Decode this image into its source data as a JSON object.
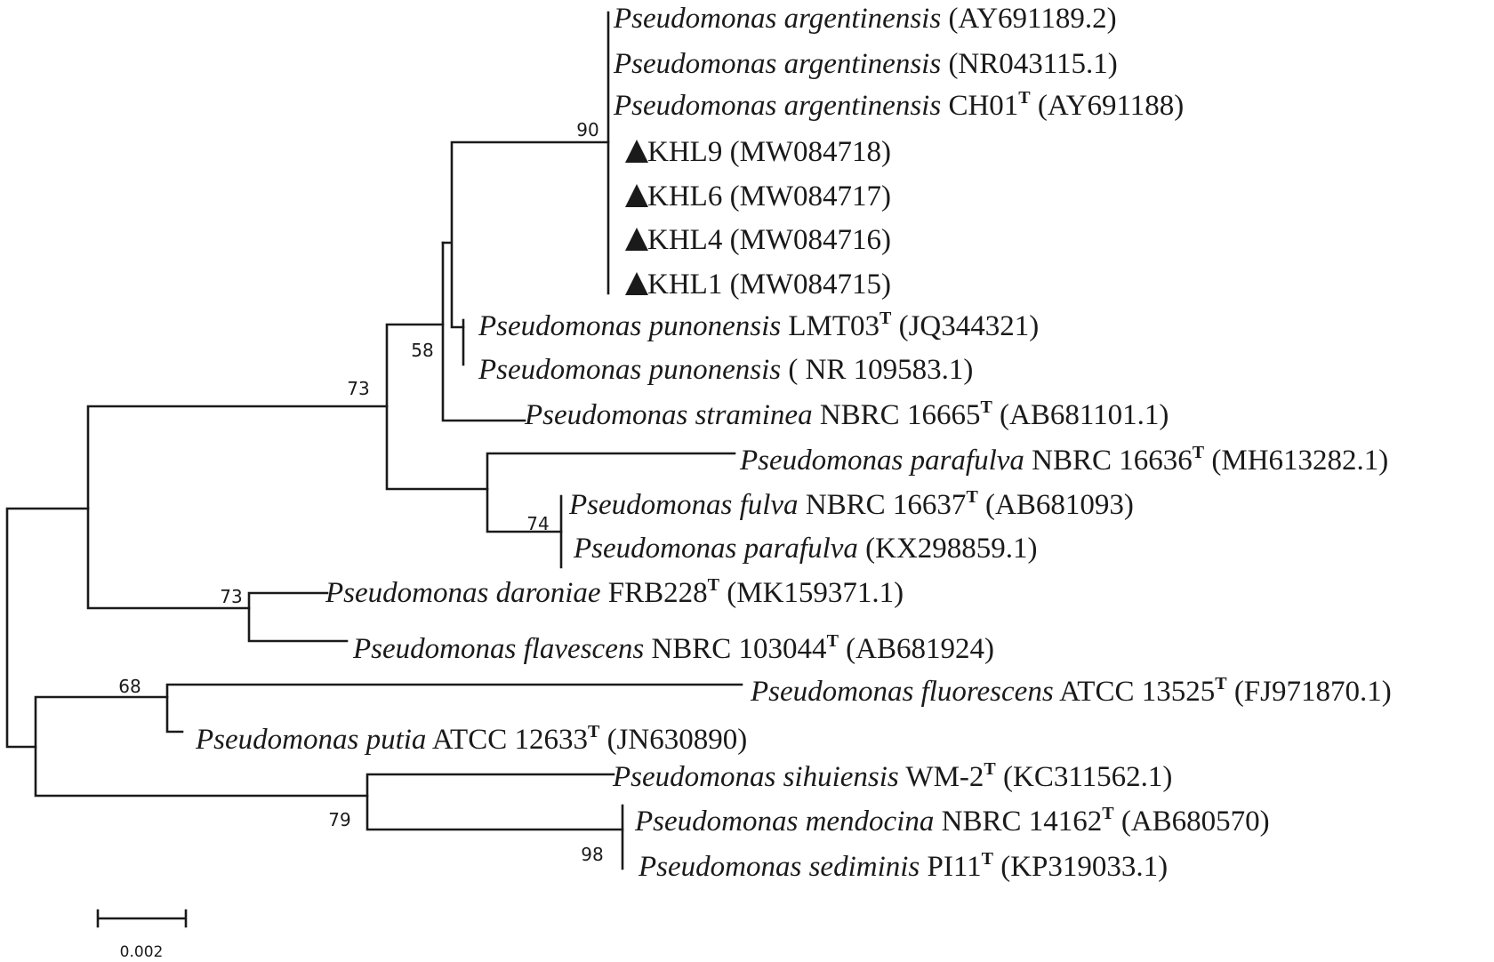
{
  "tree": {
    "taxa": [
      {
        "genus": "Pseudomonas",
        "species": "argentinensis",
        "strain": "",
        "type_strain": false,
        "accession": "(AY691189.2)",
        "isolate": false
      },
      {
        "genus": "Pseudomonas",
        "species": "argentinensis",
        "strain": "",
        "type_strain": false,
        "accession": "(NR043115.1)",
        "isolate": false
      },
      {
        "genus": "Pseudomonas",
        "species": "argentinensis",
        "strain": "CH01",
        "type_strain": true,
        "accession": "(AY691188)",
        "isolate": false
      },
      {
        "name": "KHL9",
        "accession": "(MW084718)",
        "isolate": true
      },
      {
        "name": "KHL6",
        "accession": "(MW084717)",
        "isolate": true
      },
      {
        "name": "KHL4",
        "accession": "(MW084716)",
        "isolate": true
      },
      {
        "name": "KHL1",
        "accession": "(MW084715)",
        "isolate": true
      },
      {
        "genus": "Pseudomonas",
        "species": "punonensis",
        "strain": "LMT03",
        "type_strain": true,
        "accession": "(JQ344321)",
        "isolate": false
      },
      {
        "genus": "Pseudomonas",
        "species": "punonensis",
        "strain": "",
        "type_strain": false,
        "accession": "( NR 109583.1)",
        "isolate": false
      },
      {
        "genus": "Pseudomonas",
        "species": "straminea",
        "strain": "NBRC 16665",
        "type_strain": true,
        "accession": "(AB681101.1)",
        "isolate": false
      },
      {
        "genus": "Pseudomonas",
        "species": "parafulva",
        "strain": "NBRC 16636",
        "type_strain": true,
        "accession": "(MH613282.1)",
        "isolate": false
      },
      {
        "genus": "Pseudomonas",
        "species": "fulva",
        "strain": "NBRC 16637",
        "type_strain": true,
        "accession": "(AB681093)",
        "isolate": false
      },
      {
        "genus": "Pseudomonas",
        "species": "parafulva",
        "strain": "",
        "type_strain": false,
        "accession": "(KX298859.1)",
        "isolate": false
      },
      {
        "genus": "Pseudomonas",
        "species": "daroniae",
        "strain": "FRB228",
        "type_strain": true,
        "accession": "(MK159371.1)",
        "isolate": false
      },
      {
        "genus": "Pseudomonas",
        "species": "flavescens",
        "strain": "NBRC 103044",
        "type_strain": true,
        "accession": "(AB681924)",
        "isolate": false
      },
      {
        "genus": "Pseudomonas",
        "species": "fluorescens",
        "strain": "ATCC 13525",
        "type_strain": true,
        "accession": "(FJ971870.1)",
        "isolate": false
      },
      {
        "genus": "Pseudomonas",
        "species": "putia",
        "strain": "ATCC 12633",
        "type_strain": true,
        "accession": "(JN630890)",
        "isolate": false
      },
      {
        "genus": "Pseudomonas",
        "species": "sihuiensis",
        "strain": "WM-2",
        "type_strain": true,
        "accession": "(KC311562.1)",
        "isolate": false
      },
      {
        "genus": "Pseudomonas",
        "species": "mendocina",
        "strain": "NBRC 14162",
        "type_strain": true,
        "accession": "(AB680570)",
        "isolate": false
      },
      {
        "genus": "Pseudomonas",
        "species": "sediminis",
        "strain": "PI11",
        "type_strain": true,
        "accession": "(KP319033.1)",
        "isolate": false
      }
    ],
    "type_marker": "T",
    "isolate_marker": "filled-triangle-icon",
    "bootstrap": [
      "90",
      "58",
      "73",
      "74",
      "73",
      "68",
      "79",
      "98"
    ],
    "scale_bar": {
      "label": "0.002"
    }
  }
}
